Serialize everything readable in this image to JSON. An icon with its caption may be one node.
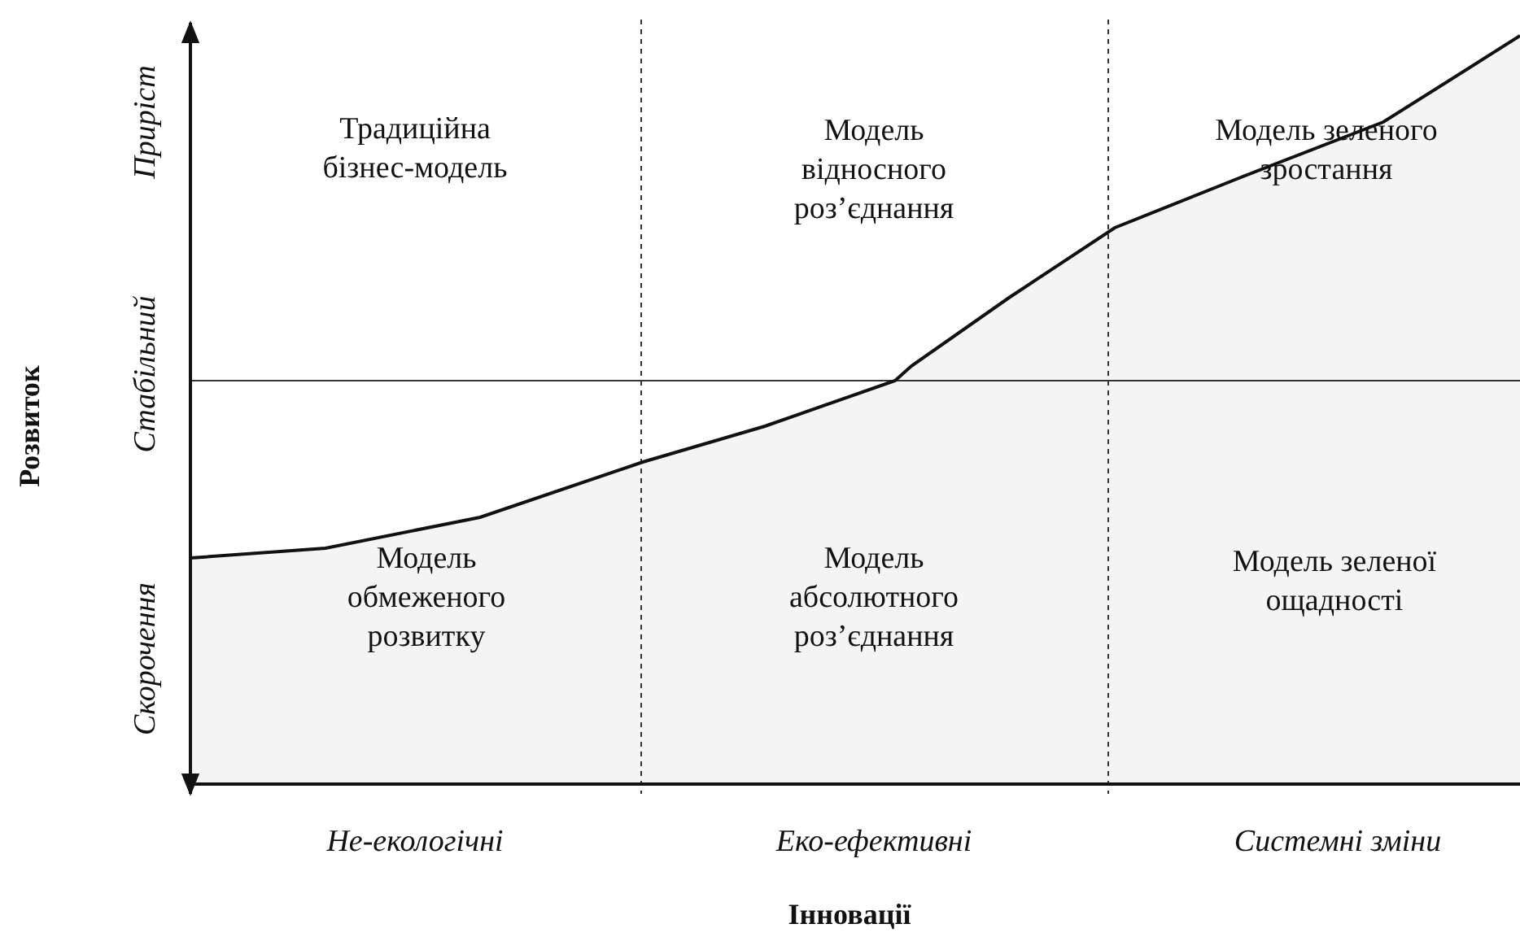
{
  "diagram": {
    "labels": [
      "Розвиток",
      "Приріст",
      "Традиційна бізнес-модель",
      "Модель відносного роз’єднання",
      "Модель зеленого зростання",
      "Стабільний",
      "Модель обмеженого розвитку",
      "Модель абсолютного роз’єднання",
      "Модель зеленої ощадності",
      "Скорочення",
      "Не-екологічні",
      "Еко-ефективні",
      "Системні зміни",
      "Інновації"
    ]
  }
}
